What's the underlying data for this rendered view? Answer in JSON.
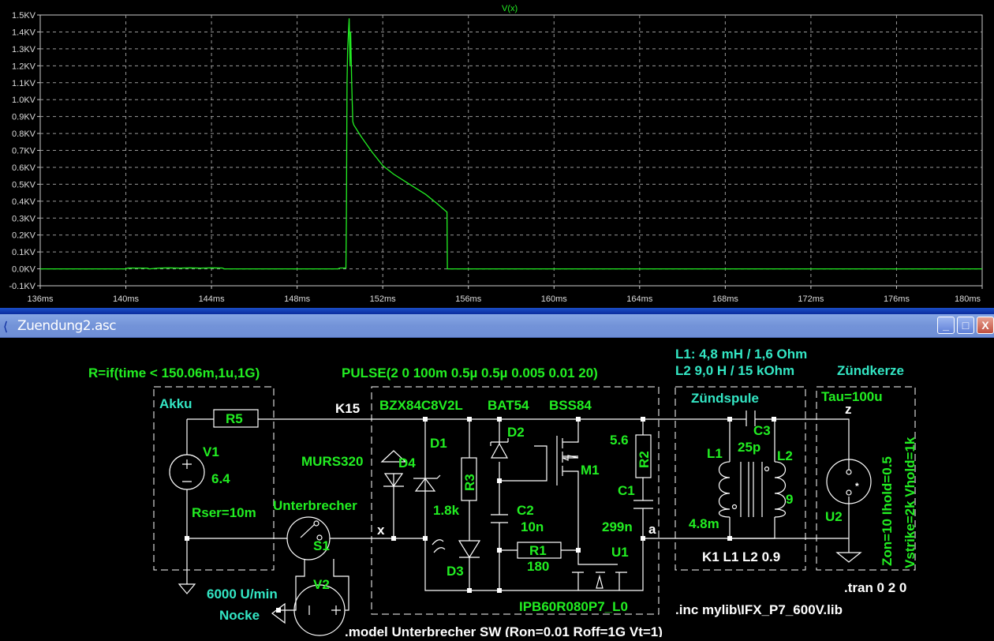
{
  "window": {
    "title": "Zuendung2.asc",
    "minimize": "_",
    "maximize": "□",
    "close": "X"
  },
  "chart_data": {
    "type": "line",
    "title": "V(x)",
    "xlabel": "",
    "ylabel": "",
    "xlim": [
      136,
      180
    ],
    "ylim": [
      -0.1,
      1.5
    ],
    "grid": true,
    "x_ticks": [
      "136ms",
      "140ms",
      "144ms",
      "148ms",
      "152ms",
      "156ms",
      "160ms",
      "164ms",
      "168ms",
      "172ms",
      "176ms",
      "180ms"
    ],
    "y_ticks": [
      "1.5KV",
      "1.4KV",
      "1.3KV",
      "1.2KV",
      "1.1KV",
      "1.0KV",
      "0.9KV",
      "0.8KV",
      "0.7KV",
      "0.6KV",
      "0.5KV",
      "0.4KV",
      "0.3KV",
      "0.2KV",
      "0.1KV",
      "0.0KV",
      "-0.1KV"
    ],
    "series": [
      {
        "name": "V(x)",
        "color": "#22ee22",
        "x": [
          136,
          140,
          140.1,
          141,
          141.1,
          141.5,
          142,
          142.5,
          143,
          143.5,
          144,
          144.5,
          144.6,
          149.9,
          150.0,
          150.28,
          150.3,
          150.33,
          150.36,
          150.43,
          150.47,
          150.5,
          150.55,
          150.6,
          150.65,
          151,
          151.5,
          152,
          152.5,
          153,
          153.5,
          154,
          154.5,
          155.0,
          155.02,
          180
        ],
        "y": [
          0,
          0,
          0.005,
          0.004,
          0,
          0.004,
          0.006,
          0.004,
          0.006,
          0.004,
          0.006,
          0.005,
          0,
          0,
          0.005,
          0.005,
          0.3,
          1.1,
          1.3,
          1.48,
          1.2,
          1.4,
          1.1,
          0.87,
          0.85,
          0.78,
          0.69,
          0.61,
          0.56,
          0.52,
          0.48,
          0.44,
          0.39,
          0.335,
          0,
          0
        ]
      }
    ]
  },
  "schematic": {
    "r5_directive": "R=if(time < 150.06m,1u,1G)",
    "pulse": "PULSE(2 0 100m 0.5µ 0.5µ 0.005 0.01 20)",
    "coil_note1": "L1: 4,8 mH / 1,6 Ohm",
    "coil_note2": "L2 9,0 H / 15 kOhm",
    "zuendkerze": "Zündkerze",
    "akku": "Akku",
    "r5": "R5",
    "k15": "K15",
    "v1": "V1",
    "v1_val": "6.4",
    "rser": "Rser=10m",
    "murs": "MURS320",
    "unterbrecher": "Unterbrecher",
    "s1": "S1",
    "v2": "V2",
    "rpm": "6000 U/min",
    "nocke": "Nocke",
    "model": ".model Unterbrecher SW (Ron=0.01 Roff=1G Vt=1)",
    "bzx": "BZX84C8V2L",
    "bat54": "BAT54",
    "bss84": "BSS84",
    "d1": "D1",
    "d4": "D4",
    "d2": "D2",
    "d3": "D3",
    "r3": "R3",
    "r3_val": "1.8k",
    "c2": "C2",
    "c2_val": "10n",
    "r1": "R1",
    "r1_val": "180",
    "m1": "M1",
    "r2": "R2",
    "r2_val": "5.6",
    "c1": "C1",
    "c1_val": "299n",
    "node_x": "x",
    "node_a": "a",
    "node_z": "z",
    "u1": "U1",
    "u1_model": "IPB60R080P7_L0",
    "zuendspule": "Zündspule",
    "c3": "C3",
    "c3_val": "25p",
    "l1": "L1",
    "l1_val": "4.8m",
    "l2": "L2",
    "l2_val": "9",
    "k1": "K1 L1 L2 0.9",
    "tau": "Tau=100u",
    "u2": "U2",
    "zon": "Zon=10 Ihold=0.5",
    "vstrike": "Vstrike=2k Vhold=1k",
    "tran": ".tran 0 2 0",
    "inc": ".inc mylib\\IFX_P7_600V.lib"
  }
}
